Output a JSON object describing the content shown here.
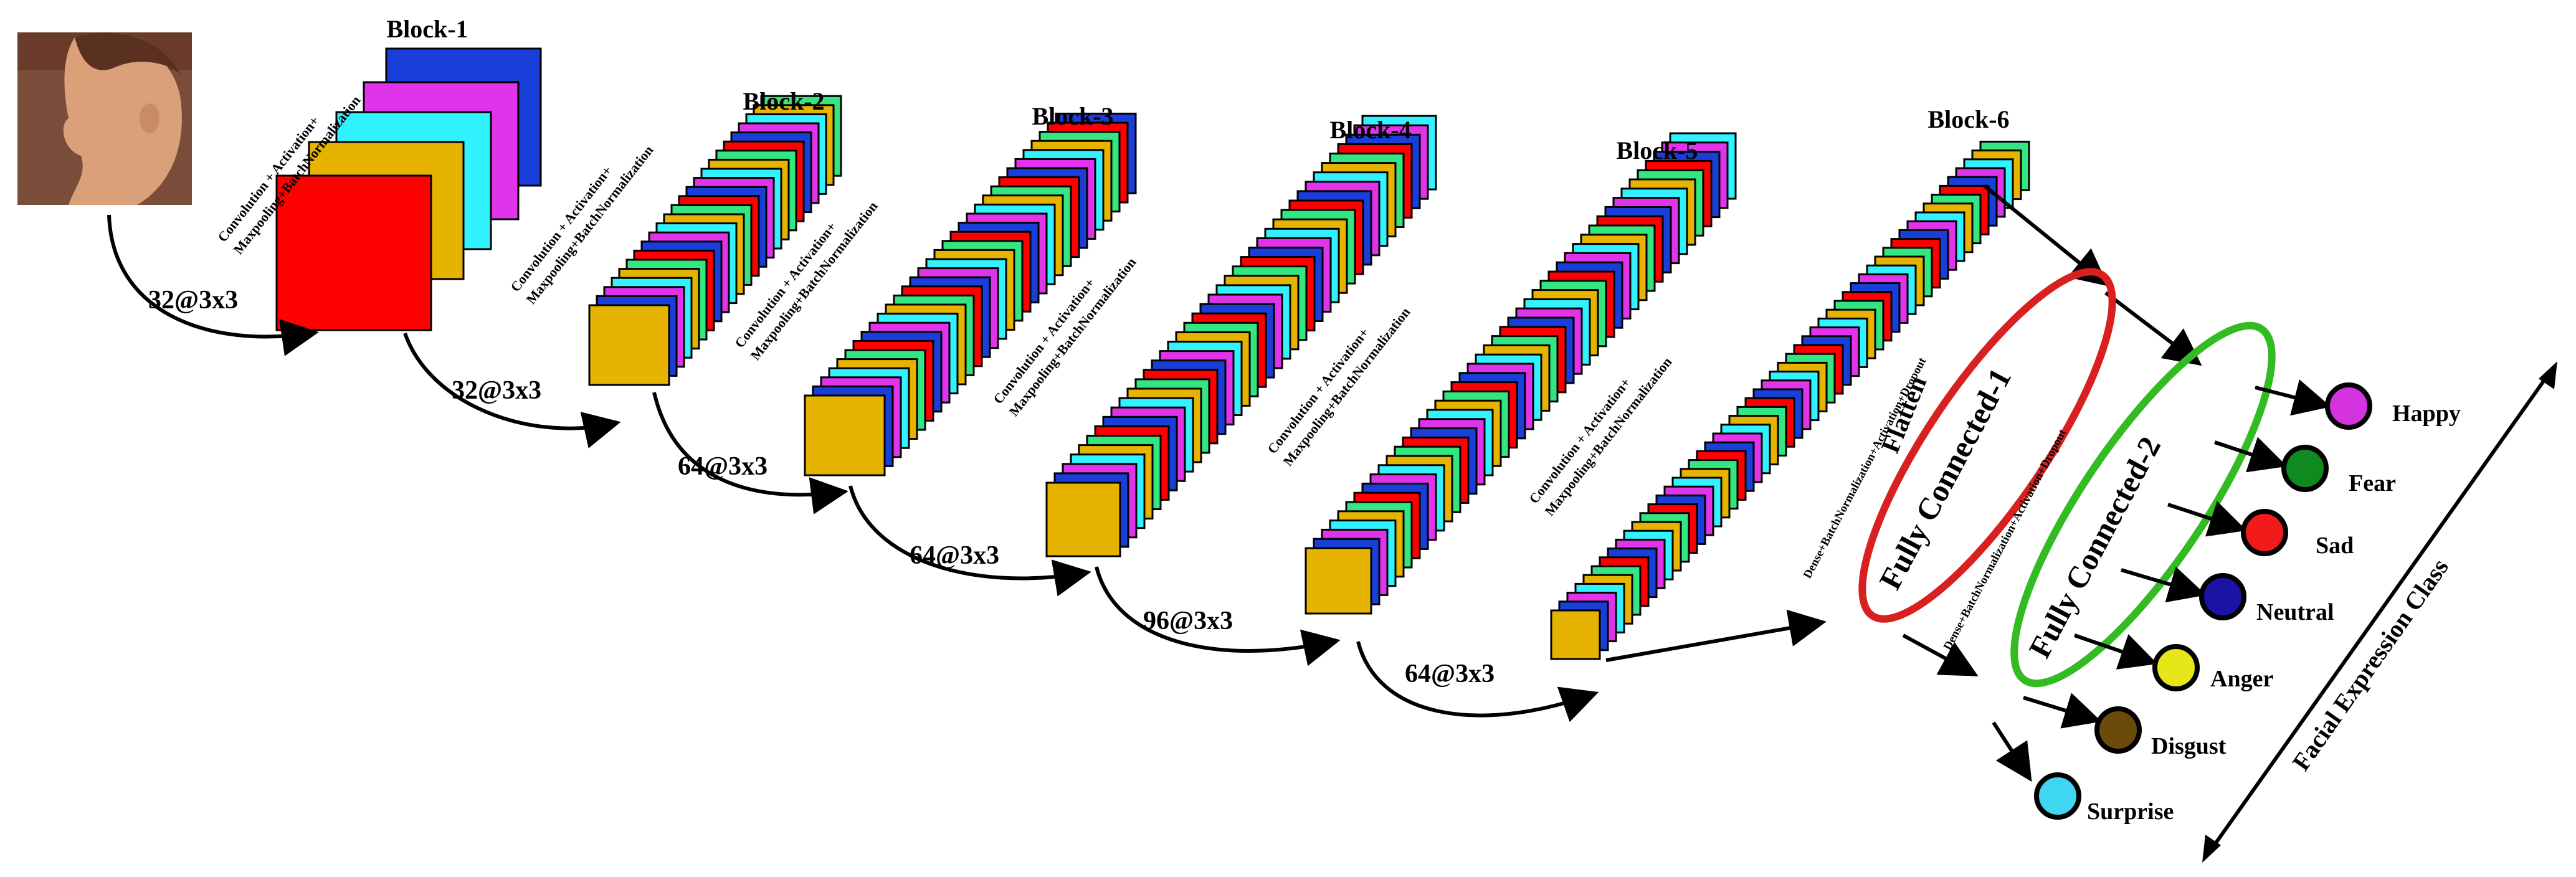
{
  "blocks": [
    {
      "title": "Block-1",
      "filters": "32@3x3",
      "operation": [
        "Convolution + Activation+",
        "Maxpooling+BatchNormalization"
      ]
    },
    {
      "title": "Block-2",
      "filters": "32@3x3",
      "operation": [
        "Convolution + Activation+",
        "Maxpooling+BatchNormalization"
      ]
    },
    {
      "title": "Block-3",
      "filters": "64@3x3",
      "operation": [
        "Convolution + Activation+",
        "Maxpooling+BatchNormalization"
      ]
    },
    {
      "title": "Block-4",
      "filters": "64@3x3",
      "operation": [
        "Convolution + Activation+",
        "Maxpooling+BatchNormalization"
      ]
    },
    {
      "title": "Block-5",
      "filters": "96@3x3",
      "operation": [
        "Convolution + Activation+",
        "Maxpooling+BatchNormalization"
      ]
    },
    {
      "title": "Block-6",
      "filters": "64@3x3",
      "operation": []
    }
  ],
  "flatten_label": "Flatten",
  "fully_connected": [
    {
      "label": "Fully Connected-1",
      "sublabel": "Dense+BatchNormalization+Activation+Dropout"
    },
    {
      "label": "Fully Connected-2",
      "sublabel": "Dense+BatchNormalization+Activation+Dropout"
    }
  ],
  "classes": [
    {
      "name": "Happy",
      "color": "#d633e0"
    },
    {
      "name": "Fear",
      "color": "#0e8a1e"
    },
    {
      "name": "Sad",
      "color": "#f21a1a"
    },
    {
      "name": "Neutral",
      "color": "#1a14a6"
    },
    {
      "name": "Anger",
      "color": "#e6e619"
    },
    {
      "name": "Disgust",
      "color": "#6b4a0c"
    },
    {
      "name": "Surprise",
      "color": "#3fd6f2"
    }
  ],
  "output_axis_label": "Facial Expression Class",
  "colors": {
    "red": "#ff0000",
    "blue": "#1a3fd9",
    "magenta": "#e033ea",
    "cyan": "#33f2ff",
    "gold": "#e6b400",
    "green": "#33e680",
    "fc1_ring": "#d92020",
    "fc2_ring": "#33bb22"
  }
}
